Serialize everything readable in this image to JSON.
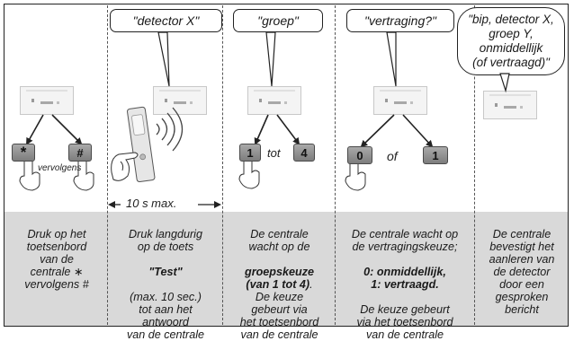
{
  "bubbles": {
    "detector": "\"detector X\"",
    "groep": "\"groep\"",
    "vertraging": "\"vertraging?\"",
    "bevestiging": "\"bip, detector X,\ngroep Y,\nonmiddellijk\n(of vertraagd)\""
  },
  "keys": {
    "star": "*",
    "hash": "#",
    "one_a": "1",
    "four": "4",
    "zero": "0",
    "one_b": "1"
  },
  "words": {
    "vervolgens": "vervolgens",
    "tot": "tot",
    "of": "of",
    "duration": "10 s max."
  },
  "captions": {
    "c1": "Druk op het\ntoetsenbord\nvan de\ncentrale ∗\nvervolgens #",
    "c2_a": "Druk langdurig\nop de toets",
    "c2_b": "\"Test\"",
    "c2_c": "(max. 10 sec.)\ntot aan het\nantwoord\nvan de centrale",
    "c3_a": "De centrale\nwacht op de",
    "c3_b": "groepskeuze\n(van 1 tot 4)",
    "c3_c": ".\nDe keuze\ngebeurt via\nhet toetsenbord\nvan de centrale",
    "c4_a": "De centrale wacht op\nde vertragingskeuze;",
    "c4_b": "0: onmiddellijk,\n1: vertraagd.",
    "c4_c": "De keuze gebeurt\nvia het toetsenbord\nvan de centrale",
    "c5": "De centrale\nbevestigt het\naanleren van\nde detector\ndoor een\ngesproken\nbericht"
  }
}
